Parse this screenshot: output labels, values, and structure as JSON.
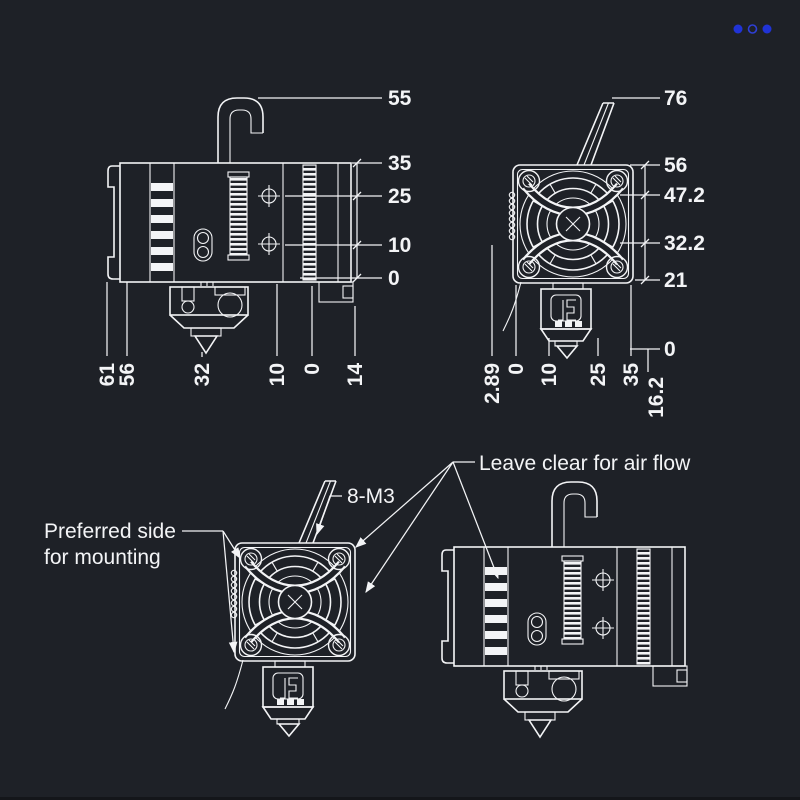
{
  "page": {
    "background_color": "#1e2127",
    "line_color": "#f3f4f6",
    "bottom_strip_color": "#14161a"
  },
  "carousel": {
    "dot_color": "#2033d6",
    "dots": [
      "filled",
      "outline",
      "filled"
    ]
  },
  "top_left_view": {
    "description": "side view of extruder with height and width dimensions",
    "right_dims": [
      "55",
      "35",
      "25",
      "10",
      "0"
    ],
    "bottom_dims": [
      "61",
      "56",
      "32",
      "10",
      "0",
      "14"
    ]
  },
  "top_right_view": {
    "description": "front fan view of extruder with height and width dimensions",
    "right_dims": [
      "76",
      "56",
      "47.2",
      "32.2",
      "21",
      "0"
    ],
    "bottom_dims": [
      "2.89",
      "0",
      "10",
      "25",
      "35",
      "16.2"
    ]
  },
  "bottom_left_view": {
    "description": "front fan view with mounting callouts",
    "screw_callout": "8-M3",
    "mounting_label_line1": "Preferred side",
    "mounting_label_line2": "for mounting"
  },
  "bottom_right_view": {
    "description": "side view with airflow callout",
    "airflow_label": "Leave clear for air flow"
  }
}
